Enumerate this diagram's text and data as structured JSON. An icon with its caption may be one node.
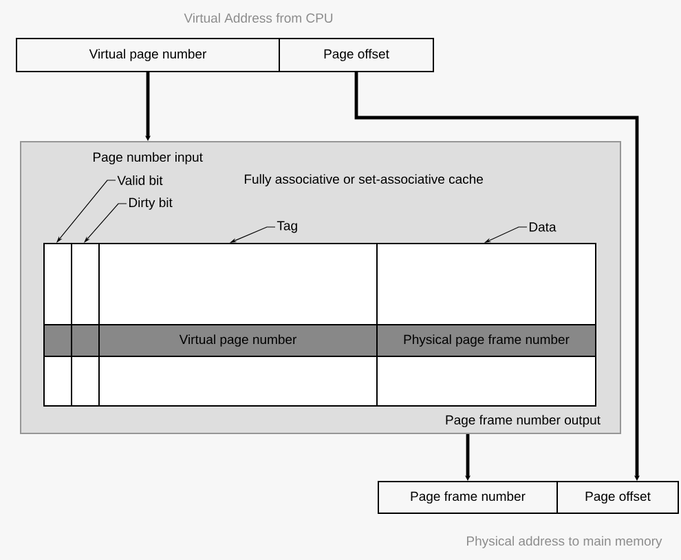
{
  "diagram": {
    "nodes": [
      {
        "text": [
          "Virtual page number"
        ]
      },
      {
        "text": [
          "Page offset"
        ]
      },
      {
        "text": [
          "Page number input",
          "Fully associative or set-associative  cache",
          "Page frame number output"
        ]
      },
      {
        "text": [
          "Valid bit"
        ],
        "in": 2
      },
      {
        "text": [
          "Dirty bit"
        ],
        "in": 2
      },
      {
        "text": [
          "Tag"
        ],
        "in": 2
      },
      {
        "text": [
          "Data"
        ],
        "in": 2
      },
      {
        "text": [],
        "shape": "box",
        "in": 2
      },
      {
        "text": [],
        "shape": "box",
        "in": 2
      },
      {
        "text": [
          "Virtual page number"
        ],
        "in": 2
      },
      {
        "text": [
          "Physical page frame number"
        ],
        "in": 2
      },
      {
        "text": [
          "Page frame number"
        ]
      },
      {
        "text": [
          "Page offset"
        ]
      }
    ],
    "edges": [
      {
        "from": 0,
        "to": 2,
        "arrow": "to",
        "style": "thick"
      },
      {
        "from": 1,
        "to": 12,
        "arrow": "to",
        "style": "thick"
      },
      {
        "from": 2,
        "to": 11,
        "arrow": "to",
        "style": "thick"
      },
      {
        "from": 3,
        "to": 7,
        "arrow": "to"
      },
      {
        "from": 4,
        "to": 8,
        "arrow": "to"
      },
      {
        "from": 5,
        "to": 9,
        "arrow": "to"
      },
      {
        "from": 6,
        "to": 10,
        "arrow": "to"
      }
    ],
    "labels": [
      "Virtual Address from CPU",
      "Physical address to main memory"
    ]
  }
}
